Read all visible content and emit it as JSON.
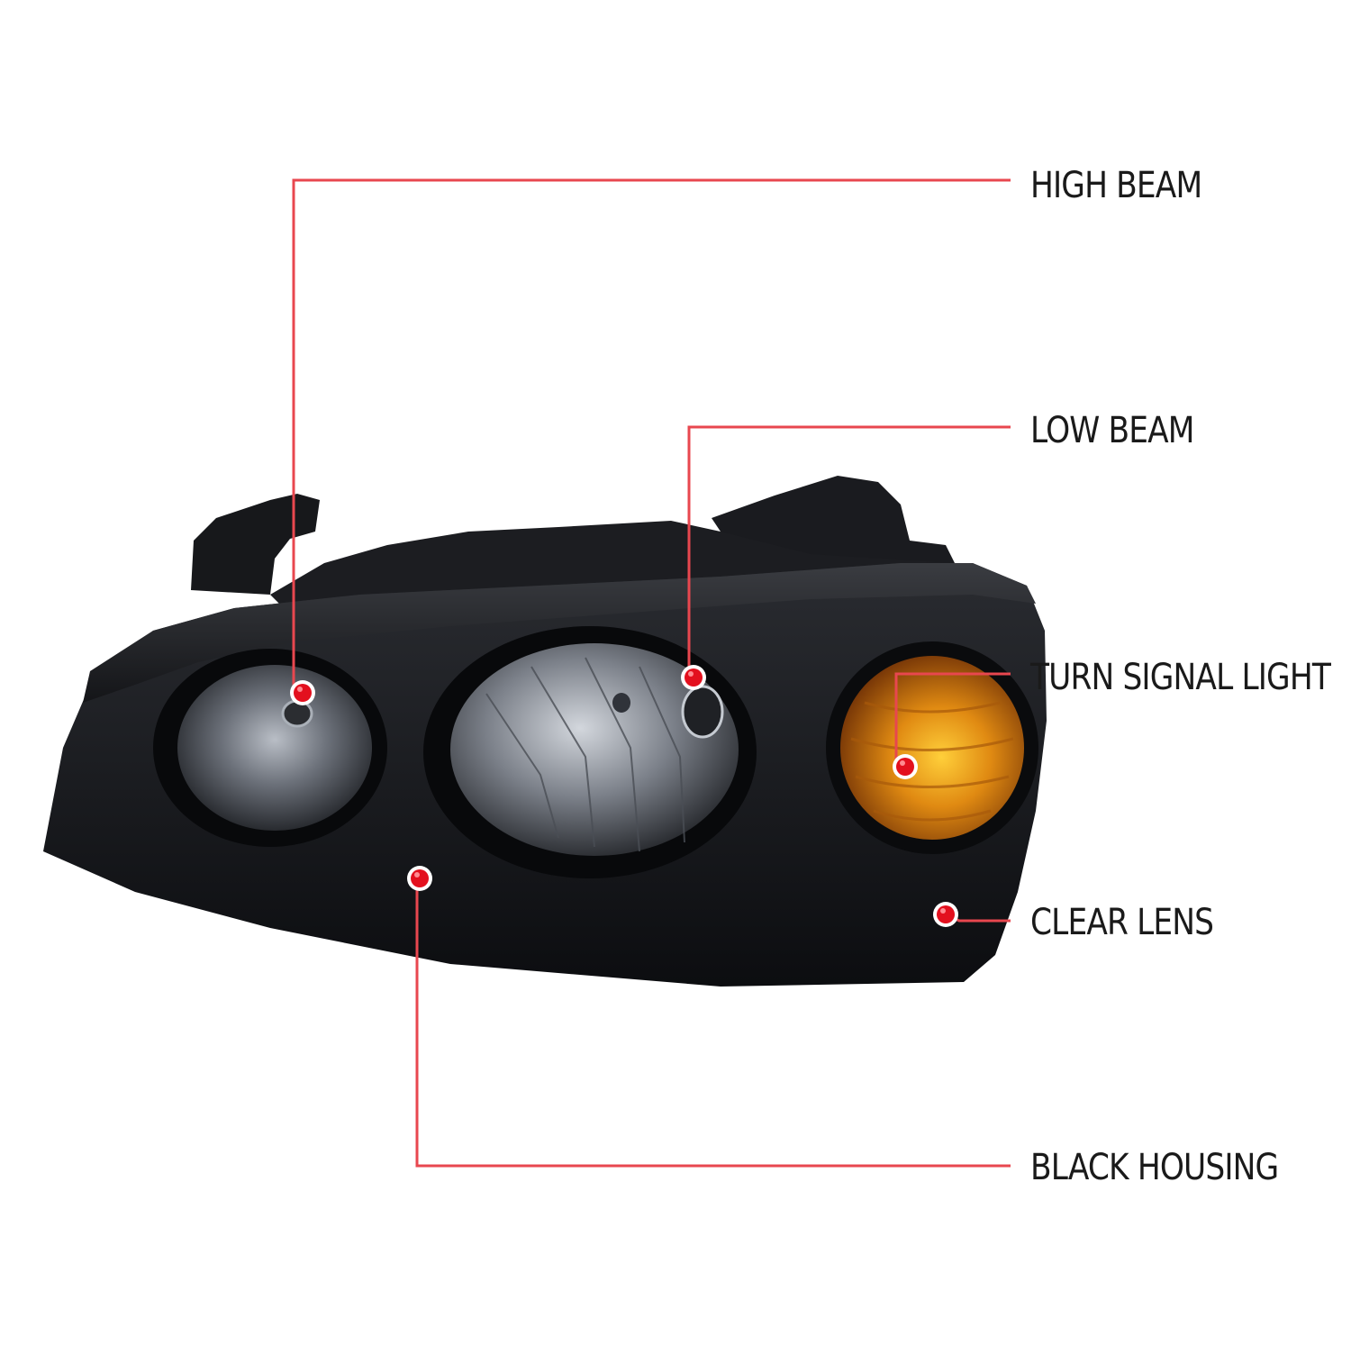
{
  "callouts": {
    "high_beam": "HIGH BEAM",
    "low_beam": "LOW BEAM",
    "turn_signal": "TURN SIGNAL LIGHT",
    "clear_lens": "CLEAR LENS",
    "black_housing": "BLACK HOUSING"
  },
  "colors": {
    "leader_line": "#e8474f",
    "marker_dot": "#e3101e",
    "housing": "#121316",
    "amber_lens": "#d4780e",
    "chrome_reflector": "#8a8f98"
  }
}
